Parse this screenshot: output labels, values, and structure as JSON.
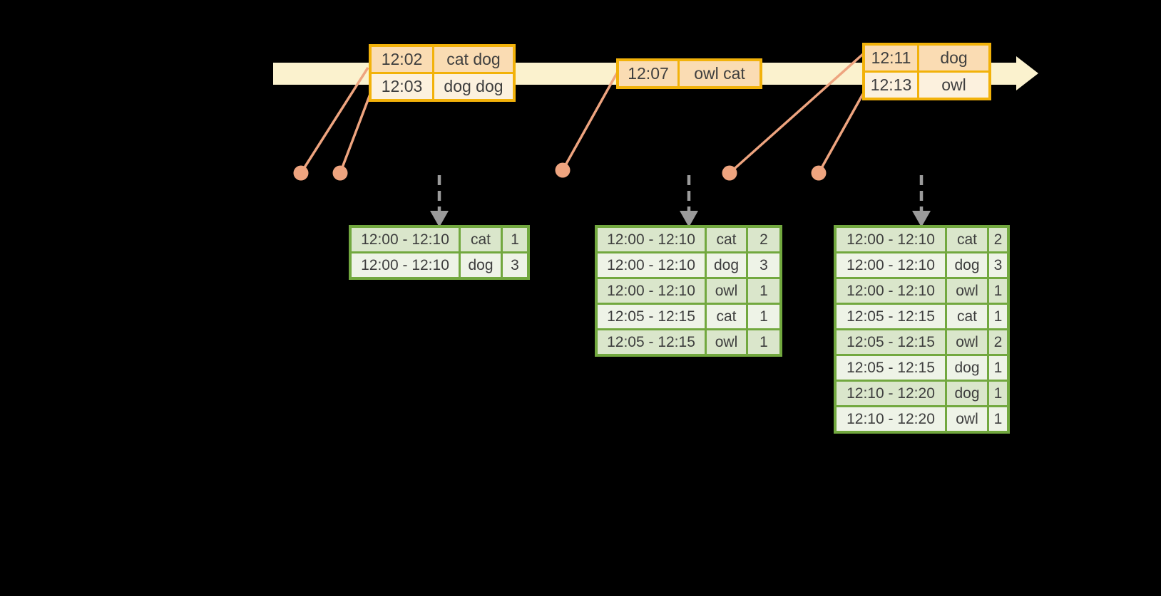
{
  "colors": {
    "background": "#000000",
    "timeline_fill": "#FBF2CE",
    "event_border": "#F2B20A",
    "event_row_dark": "#FADCB3",
    "event_row_light": "#FCF1DE",
    "connector": "#EEA47F",
    "result_border": "#72A83F",
    "result_row_dark": "#DAE6CB",
    "result_row_light": "#EEF3E7",
    "arrow_gray": "#9B9B9B",
    "text": "#3E3E3E"
  },
  "event_tables": [
    {
      "rows": [
        {
          "time": "12:02",
          "value": "cat dog"
        },
        {
          "time": "12:03",
          "value": "dog dog"
        }
      ]
    },
    {
      "rows": [
        {
          "time": "12:07",
          "value": "owl cat"
        }
      ]
    },
    {
      "rows": [
        {
          "time": "12:11",
          "value": "dog"
        },
        {
          "time": "12:13",
          "value": "owl"
        }
      ]
    }
  ],
  "result_tables": [
    {
      "rows": [
        {
          "window": "12:00 - 12:10",
          "key": "cat",
          "count": "1"
        },
        {
          "window": "12:00 - 12:10",
          "key": "dog",
          "count": "3"
        }
      ]
    },
    {
      "rows": [
        {
          "window": "12:00 - 12:10",
          "key": "cat",
          "count": "2"
        },
        {
          "window": "12:00 - 12:10",
          "key": "dog",
          "count": "3"
        },
        {
          "window": "12:00 - 12:10",
          "key": "owl",
          "count": "1"
        },
        {
          "window": "12:05 - 12:15",
          "key": "cat",
          "count": "1"
        },
        {
          "window": "12:05 - 12:15",
          "key": "owl",
          "count": "1"
        }
      ]
    },
    {
      "rows": [
        {
          "window": "12:00 - 12:10",
          "key": "cat",
          "count": "2"
        },
        {
          "window": "12:00 - 12:10",
          "key": "dog",
          "count": "3"
        },
        {
          "window": "12:00 - 12:10",
          "key": "owl",
          "count": "1"
        },
        {
          "window": "12:05 - 12:15",
          "key": "cat",
          "count": "1"
        },
        {
          "window": "12:05 - 12:15",
          "key": "owl",
          "count": "2"
        },
        {
          "window": "12:05 - 12:15",
          "key": "dog",
          "count": "1"
        },
        {
          "window": "12:10 - 12:20",
          "key": "dog",
          "count": "1"
        },
        {
          "window": "12:10 - 12:20",
          "key": "owl",
          "count": "1"
        }
      ]
    }
  ]
}
